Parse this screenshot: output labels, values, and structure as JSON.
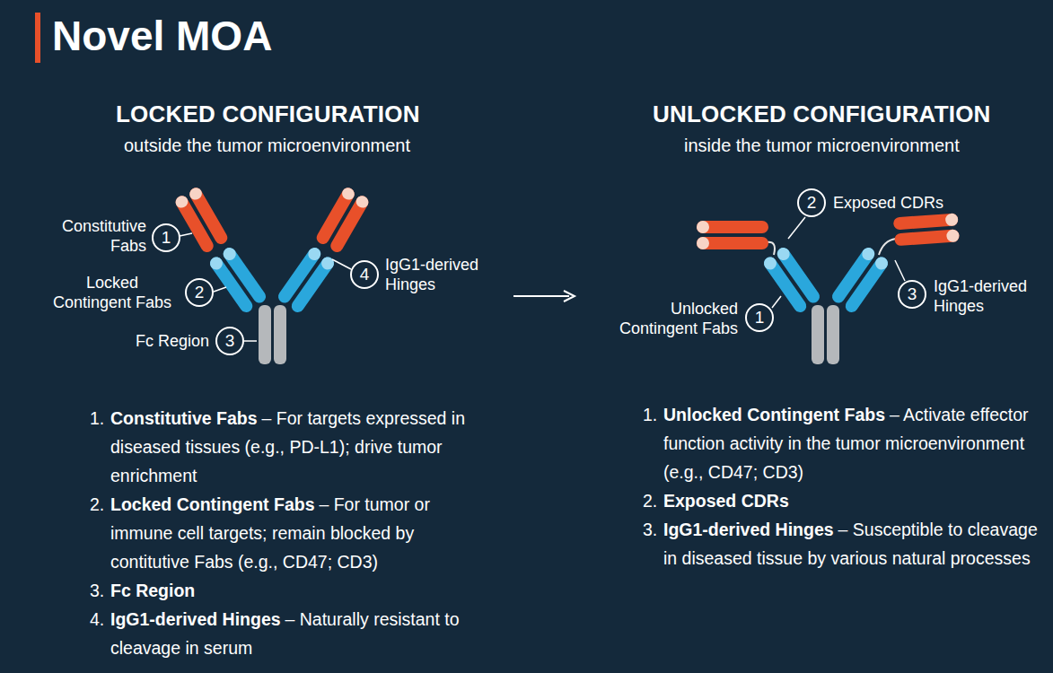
{
  "diagram": {
    "title": "Novel MOA",
    "nodes": [
      {
        "text": [
          "1"
        ]
      },
      {
        "text": [
          "2"
        ]
      },
      {
        "text": [
          "3"
        ]
      },
      {
        "text": [
          "4"
        ]
      },
      {
        "text": [
          "2"
        ]
      },
      {
        "text": [
          "1"
        ]
      },
      {
        "text": [
          "3"
        ]
      }
    ],
    "labels": [
      "LOCKED CONFIGURATION",
      "outside the tumor microenvironment",
      "UNLOCKED CONFIGURATION",
      "inside the tumor microenvironment",
      "Constitutive Fabs",
      "Locked Contingent Fabs",
      "Fc Region",
      "IgG1-derived Hinges",
      "Exposed CDRs",
      "Unlocked Contingent Fabs",
      "IgG1-derived Hinges",
      "1.",
      "Constitutive Fabs",
      "– For targets expressed in diseased tissues (e.g., PD-L1); drive tumor enrichment",
      "2.",
      "Locked Contingent Fabs",
      "– For tumor or immune cell targets; remain blocked by contitutive Fabs (e.g., CD47; CD3)",
      "3.",
      "Fc Region",
      "4.",
      "IgG1-derived Hinges",
      "– Naturally resistant to cleavage in serum",
      "1.",
      "Unlocked Contingent Fabs",
      "– Activate effector function activity in the tumor microenvironment (e.g., CD47; CD3)",
      "2.",
      "Exposed CDRs",
      "3.",
      "IgG1-derived Hinges",
      "– Susceptible to cleavage in diseased tissue by various natural processes"
    ]
  }
}
